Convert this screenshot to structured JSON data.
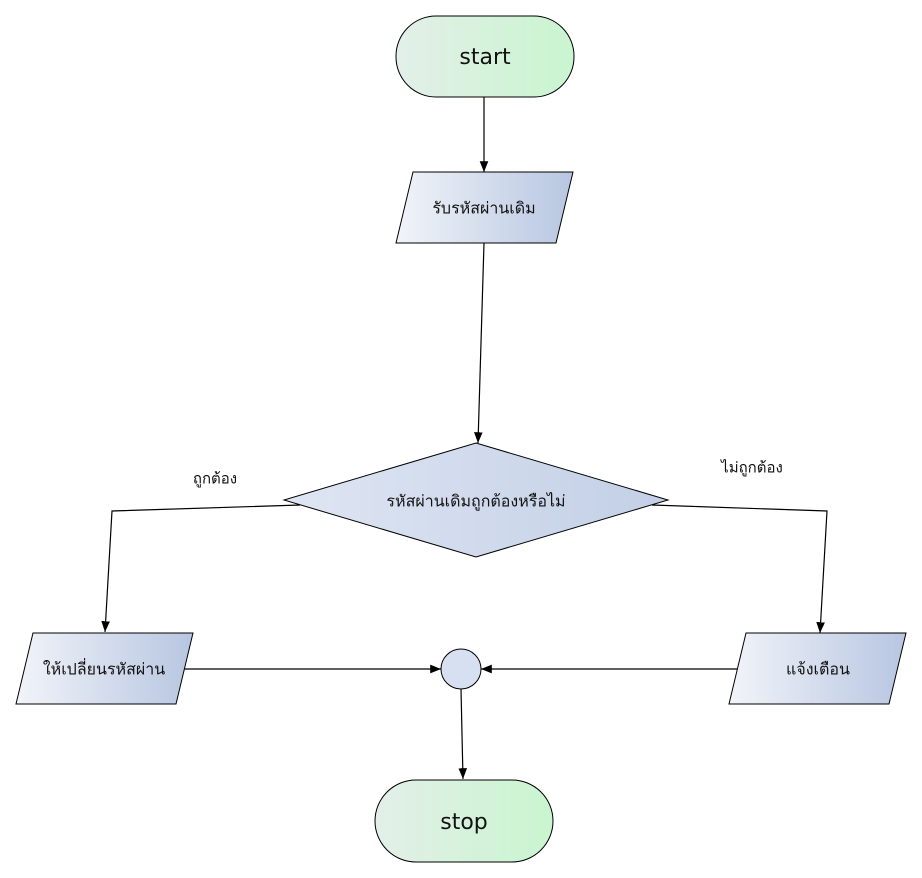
{
  "diagram": {
    "nodes": {
      "start": {
        "label": "start"
      },
      "input_old": {
        "label": "รับรหัสผ่านเดิม"
      },
      "decision": {
        "label": "รหัสผ่านเดิมถูกต้องหรือไม่"
      },
      "change_password": {
        "label": "ให้เปลี่ยนรหัสผ่าน"
      },
      "warn": {
        "label": "แจ้งเตือน"
      },
      "merge": {
        "label": ""
      },
      "stop": {
        "label": "stop"
      }
    },
    "edges": {
      "yes": {
        "label": "ถูกต้อง"
      },
      "no": {
        "label": "ไม่ถูกต้อง"
      }
    },
    "colors": {
      "terminal_fill_left": "#e3efe9",
      "terminal_fill_right": "#c9f5cf",
      "io_fill_left": "#f2f4f9",
      "io_fill_right": "#b7c6e1",
      "decision_fill": "#cfd9ec",
      "merge_fill": "#d7e0f0",
      "stroke": "#000000"
    }
  }
}
